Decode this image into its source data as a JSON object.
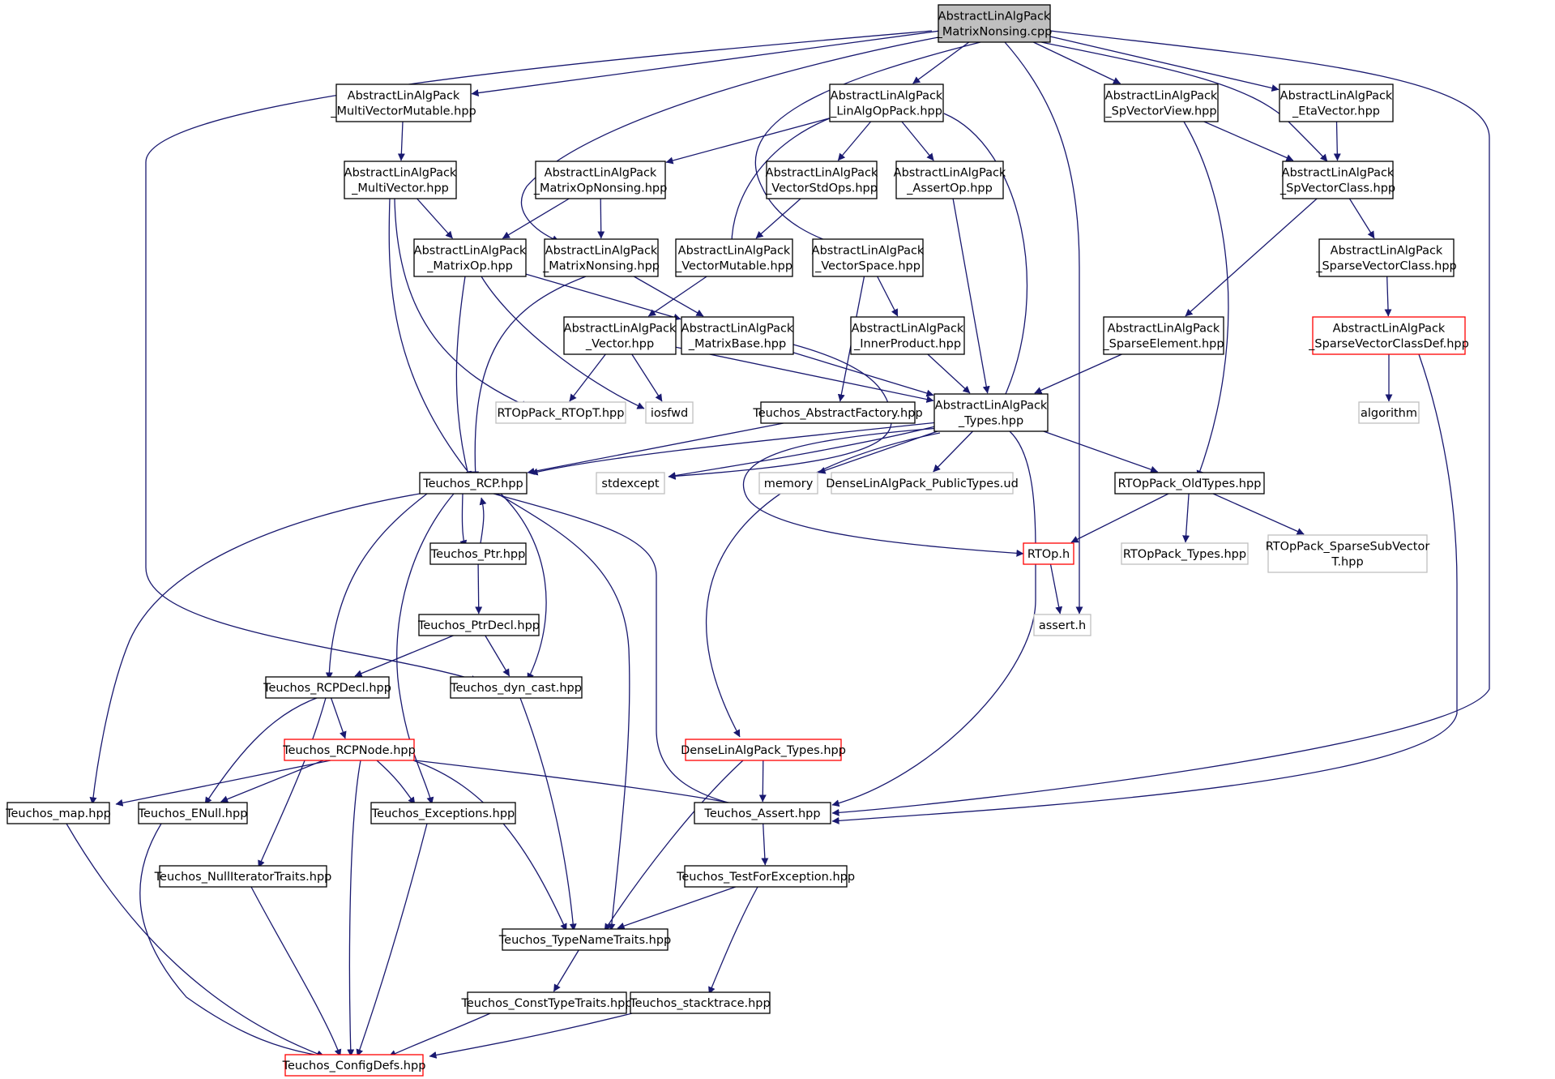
{
  "colors": {
    "edge": "#191970",
    "root_fill": "#bfbfbf",
    "node_border": "#000000",
    "incomplete_border": "#ff0000",
    "external_border": "#bfbfbf",
    "external_text": "#000000"
  },
  "nodes": [
    {
      "id": "root",
      "lines": [
        "AbstractLinAlgPack",
        "_MatrixNonsing.cpp"
      ],
      "style": "root"
    },
    {
      "id": "mvm",
      "lines": [
        "AbstractLinAlgPack",
        "_MultiVectorMutable.hpp"
      ],
      "style": "normal"
    },
    {
      "id": "linalgop",
      "lines": [
        "AbstractLinAlgPack",
        "_LinAlgOpPack.hpp"
      ],
      "style": "normal"
    },
    {
      "id": "spvv",
      "lines": [
        "AbstractLinAlgPack",
        "_SpVectorView.hpp"
      ],
      "style": "normal"
    },
    {
      "id": "etav",
      "lines": [
        "AbstractLinAlgPack",
        "_EtaVector.hpp"
      ],
      "style": "normal"
    },
    {
      "id": "mv",
      "lines": [
        "AbstractLinAlgPack",
        "_MultiVector.hpp"
      ],
      "style": "normal"
    },
    {
      "id": "mopns",
      "lines": [
        "AbstractLinAlgPack",
        "_MatrixOpNonsing.hpp"
      ],
      "style": "normal"
    },
    {
      "id": "vso",
      "lines": [
        "AbstractLinAlgPack",
        "_VectorStdOps.hpp"
      ],
      "style": "normal"
    },
    {
      "id": "asop",
      "lines": [
        "AbstractLinAlgPack",
        "_AssertOp.hpp"
      ],
      "style": "normal"
    },
    {
      "id": "spvc",
      "lines": [
        "AbstractLinAlgPack",
        "_SpVectorClass.hpp"
      ],
      "style": "normal"
    },
    {
      "id": "mop",
      "lines": [
        "AbstractLinAlgPack",
        "_MatrixOp.hpp"
      ],
      "style": "normal"
    },
    {
      "id": "mns",
      "lines": [
        "AbstractLinAlgPack",
        "_MatrixNonsing.hpp"
      ],
      "style": "normal"
    },
    {
      "id": "vmut",
      "lines": [
        "AbstractLinAlgPack",
        "_VectorMutable.hpp"
      ],
      "style": "normal"
    },
    {
      "id": "vsp",
      "lines": [
        "AbstractLinAlgPack",
        "_VectorSpace.hpp"
      ],
      "style": "normal"
    },
    {
      "id": "svc",
      "lines": [
        "AbstractLinAlgPack",
        "_SparseVectorClass.hpp"
      ],
      "style": "normal"
    },
    {
      "id": "vec",
      "lines": [
        "AbstractLinAlgPack",
        "_Vector.hpp"
      ],
      "style": "normal"
    },
    {
      "id": "mbase",
      "lines": [
        "AbstractLinAlgPack",
        "_MatrixBase.hpp"
      ],
      "style": "normal"
    },
    {
      "id": "iprod",
      "lines": [
        "AbstractLinAlgPack",
        "_InnerProduct.hpp"
      ],
      "style": "normal"
    },
    {
      "id": "selem",
      "lines": [
        "AbstractLinAlgPack",
        "_SparseElement.hpp"
      ],
      "style": "normal"
    },
    {
      "id": "svcdef",
      "lines": [
        "AbstractLinAlgPack",
        "_SparseVectorClassDef.hpp"
      ],
      "style": "incomplete"
    },
    {
      "id": "rtopt",
      "lines": [
        "RTOpPack_RTOpT.hpp"
      ],
      "style": "external"
    },
    {
      "id": "iosfwd",
      "lines": [
        "iosfwd"
      ],
      "style": "external"
    },
    {
      "id": "absfac",
      "lines": [
        "Teuchos_AbstractFactory.hpp"
      ],
      "style": "normal"
    },
    {
      "id": "types",
      "lines": [
        "AbstractLinAlgPack",
        "_Types.hpp"
      ],
      "style": "normal"
    },
    {
      "id": "algorithm",
      "lines": [
        "algorithm"
      ],
      "style": "external"
    },
    {
      "id": "rcp",
      "lines": [
        "Teuchos_RCP.hpp"
      ],
      "style": "normal"
    },
    {
      "id": "stdexcept",
      "lines": [
        "stdexcept"
      ],
      "style": "external"
    },
    {
      "id": "memory",
      "lines": [
        "memory"
      ],
      "style": "external"
    },
    {
      "id": "dlapub",
      "lines": [
        "DenseLinAlgPack_PublicTypes.ud"
      ],
      "style": "external"
    },
    {
      "id": "oldtypes",
      "lines": [
        "RTOpPack_OldTypes.hpp"
      ],
      "style": "normal"
    },
    {
      "id": "ptr",
      "lines": [
        "Teuchos_Ptr.hpp"
      ],
      "style": "normal"
    },
    {
      "id": "rtoph",
      "lines": [
        "RTOp.h"
      ],
      "style": "incomplete"
    },
    {
      "id": "rtoptypes",
      "lines": [
        "RTOpPack_Types.hpp"
      ],
      "style": "external"
    },
    {
      "id": "sparsesub",
      "lines": [
        "RTOpPack_SparseSubVector",
        "T.hpp"
      ],
      "style": "external"
    },
    {
      "id": "ptrdecl",
      "lines": [
        "Teuchos_PtrDecl.hpp"
      ],
      "style": "normal"
    },
    {
      "id": "asserth",
      "lines": [
        "assert.h"
      ],
      "style": "external"
    },
    {
      "id": "rcpdecl",
      "lines": [
        "Teuchos_RCPDecl.hpp"
      ],
      "style": "normal"
    },
    {
      "id": "dyncast",
      "lines": [
        "Teuchos_dyn_cast.hpp"
      ],
      "style": "normal"
    },
    {
      "id": "rcpnode",
      "lines": [
        "Teuchos_RCPNode.hpp"
      ],
      "style": "incomplete"
    },
    {
      "id": "dlatypes",
      "lines": [
        "DenseLinAlgPack_Types.hpp"
      ],
      "style": "incomplete"
    },
    {
      "id": "map",
      "lines": [
        "Teuchos_map.hpp"
      ],
      "style": "normal"
    },
    {
      "id": "enull",
      "lines": [
        "Teuchos_ENull.hpp"
      ],
      "style": "normal"
    },
    {
      "id": "exc",
      "lines": [
        "Teuchos_Exceptions.hpp"
      ],
      "style": "normal"
    },
    {
      "id": "assert",
      "lines": [
        "Teuchos_Assert.hpp"
      ],
      "style": "normal"
    },
    {
      "id": "nullit",
      "lines": [
        "Teuchos_NullIteratorTraits.hpp"
      ],
      "style": "normal"
    },
    {
      "id": "tfe",
      "lines": [
        "Teuchos_TestForException.hpp"
      ],
      "style": "normal"
    },
    {
      "id": "tnt",
      "lines": [
        "Teuchos_TypeNameTraits.hpp"
      ],
      "style": "normal"
    },
    {
      "id": "ctt",
      "lines": [
        "Teuchos_ConstTypeTraits.hpp"
      ],
      "style": "normal"
    },
    {
      "id": "stack",
      "lines": [
        "Teuchos_stacktrace.hpp"
      ],
      "style": "normal"
    },
    {
      "id": "cfg",
      "lines": [
        "Teuchos_ConfigDefs.hpp"
      ],
      "style": "incomplete"
    }
  ],
  "edges": [
    [
      "root",
      "mvm"
    ],
    [
      "root",
      "linalgop"
    ],
    [
      "root",
      "spvv"
    ],
    [
      "root",
      "etav"
    ],
    [
      "root",
      "mns"
    ],
    [
      "root",
      "vsp"
    ],
    [
      "root",
      "spvc"
    ],
    [
      "root",
      "dyncast"
    ],
    [
      "root",
      "asserth"
    ],
    [
      "root",
      "assert"
    ],
    [
      "mvm",
      "mv"
    ],
    [
      "mv",
      "mop"
    ],
    [
      "mv",
      "rcp"
    ],
    [
      "mv",
      "rtopt"
    ],
    [
      "linalgop",
      "mopns"
    ],
    [
      "linalgop",
      "vso"
    ],
    [
      "linalgop",
      "asop"
    ],
    [
      "linalgop",
      "vmut"
    ],
    [
      "linalgop",
      "types"
    ],
    [
      "mopns",
      "mop"
    ],
    [
      "mopns",
      "mns"
    ],
    [
      "vso",
      "vmut"
    ],
    [
      "asop",
      "types"
    ],
    [
      "spvv",
      "spvc"
    ],
    [
      "spvv",
      "oldtypes"
    ],
    [
      "etav",
      "spvc"
    ],
    [
      "spvc",
      "svc"
    ],
    [
      "spvc",
      "selem"
    ],
    [
      "svc",
      "svcdef"
    ],
    [
      "svcdef",
      "algorithm"
    ],
    [
      "svcdef",
      "assert"
    ],
    [
      "selem",
      "types"
    ],
    [
      "mop",
      "mbase"
    ],
    [
      "mop",
      "rcp"
    ],
    [
      "mop",
      "iosfwd"
    ],
    [
      "mns",
      "mbase"
    ],
    [
      "mns",
      "rcp"
    ],
    [
      "vmut",
      "vec"
    ],
    [
      "vsp",
      "iprod"
    ],
    [
      "vsp",
      "absfac"
    ],
    [
      "vec",
      "rtopt"
    ],
    [
      "vec",
      "iosfwd"
    ],
    [
      "vec",
      "types"
    ],
    [
      "mbase",
      "types"
    ],
    [
      "mbase",
      "stdexcept"
    ],
    [
      "iprod",
      "types"
    ],
    [
      "absfac",
      "rcp"
    ],
    [
      "types",
      "rcp"
    ],
    [
      "types",
      "stdexcept"
    ],
    [
      "types",
      "memory"
    ],
    [
      "types",
      "dlapub"
    ],
    [
      "types",
      "oldtypes"
    ],
    [
      "types",
      "rtoph"
    ],
    [
      "types",
      "dlatypes"
    ],
    [
      "types",
      "assert"
    ],
    [
      "oldtypes",
      "rtoph"
    ],
    [
      "oldtypes",
      "rtoptypes"
    ],
    [
      "oldtypes",
      "sparsesub"
    ],
    [
      "rtoph",
      "asserth"
    ],
    [
      "rcp",
      "ptr"
    ],
    [
      "rcp",
      "rcpdecl"
    ],
    [
      "rcp",
      "dyncast"
    ],
    [
      "rcp",
      "map"
    ],
    [
      "rcp",
      "exc"
    ],
    [
      "rcp",
      "assert"
    ],
    [
      "rcp",
      "tnt"
    ],
    [
      "ptr",
      "rcp"
    ],
    [
      "ptr",
      "ptrdecl"
    ],
    [
      "ptrdecl",
      "rcpdecl"
    ],
    [
      "ptrdecl",
      "dyncast"
    ],
    [
      "rcpdecl",
      "rcpnode"
    ],
    [
      "rcpdecl",
      "enull"
    ],
    [
      "rcpdecl",
      "nullit"
    ],
    [
      "dyncast",
      "tnt"
    ],
    [
      "rcpnode",
      "map"
    ],
    [
      "rcpnode",
      "enull"
    ],
    [
      "rcpnode",
      "exc"
    ],
    [
      "rcpnode",
      "assert"
    ],
    [
      "rcpnode",
      "tnt"
    ],
    [
      "rcpnode",
      "cfg"
    ],
    [
      "dlatypes",
      "assert"
    ],
    [
      "dlatypes",
      "tnt"
    ],
    [
      "map",
      "cfg"
    ],
    [
      "enull",
      "cfg"
    ],
    [
      "exc",
      "cfg"
    ],
    [
      "nullit",
      "cfg"
    ],
    [
      "assert",
      "tfe"
    ],
    [
      "tfe",
      "tnt"
    ],
    [
      "tfe",
      "stack"
    ],
    [
      "tnt",
      "ctt"
    ],
    [
      "ctt",
      "cfg"
    ],
    [
      "stack",
      "cfg"
    ]
  ]
}
